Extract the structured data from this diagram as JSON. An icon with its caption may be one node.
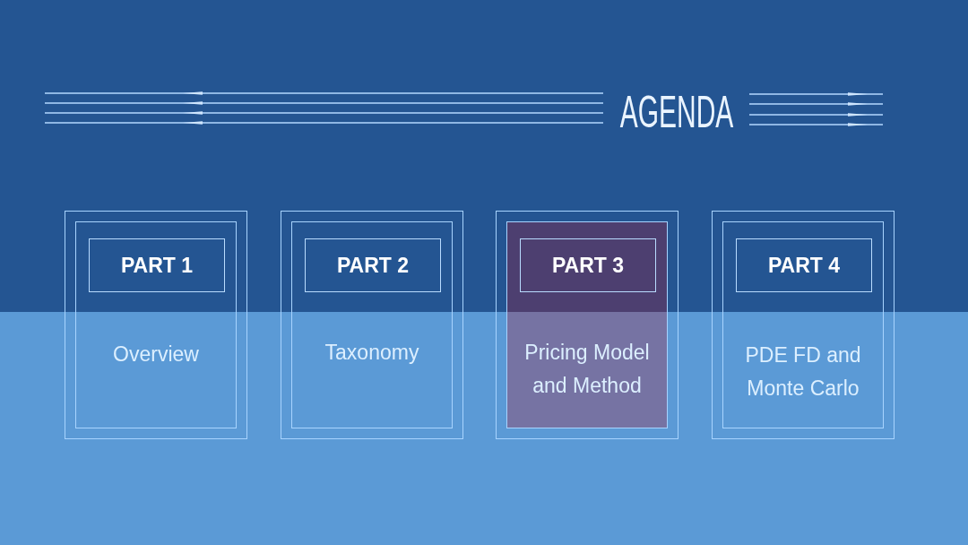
{
  "diagram": {
    "title": "AGENDA",
    "nodes": [
      {
        "text": [
          "Overview"
        ]
      },
      {
        "text": [
          "PART 1"
        ],
        "in": 0
      },
      {
        "text": [
          "Taxonomy"
        ]
      },
      {
        "text": [
          "PART 2"
        ],
        "in": 2
      },
      {
        "text": [
          "Pricing Model and Method"
        ]
      },
      {
        "text": [
          "PART 3"
        ],
        "in": 4
      },
      {
        "text": [
          "PDE FD and Monte Carlo"
        ]
      },
      {
        "text": [
          "PART 4"
        ],
        "in": 6
      }
    ]
  }
}
